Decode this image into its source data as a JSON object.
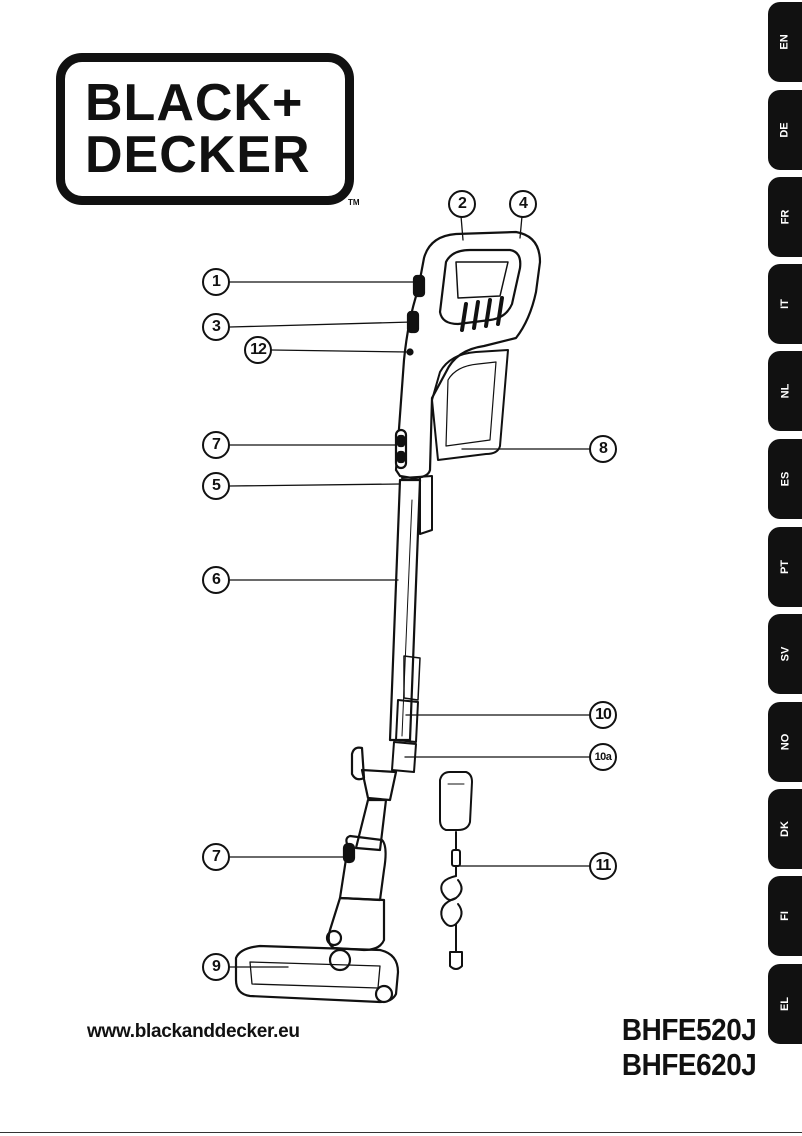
{
  "brand": {
    "line1": "BLACK+",
    "line2": "DECKER",
    "trademark": "TM"
  },
  "language_tabs": [
    "EN",
    "DE",
    "FR",
    "IT",
    "NL",
    "ES",
    "PT",
    "SV",
    "NO",
    "DK",
    "FI",
    "EL"
  ],
  "callouts": {
    "c1": "1",
    "c2": "2",
    "c3": "3",
    "c4": "4",
    "c5": "5",
    "c6": "6",
    "c7a": "7",
    "c7b": "7",
    "c8": "8",
    "c9": "9",
    "c10": "10",
    "c10a": "10a",
    "c11": "11",
    "c12": "12"
  },
  "website": "www.blackanddecker.eu",
  "models": [
    "BHFE520J",
    "BHFE620J"
  ],
  "colors": {
    "ink": "#111111",
    "tab_fill": "#111111",
    "tab_text": "#ffffff"
  }
}
